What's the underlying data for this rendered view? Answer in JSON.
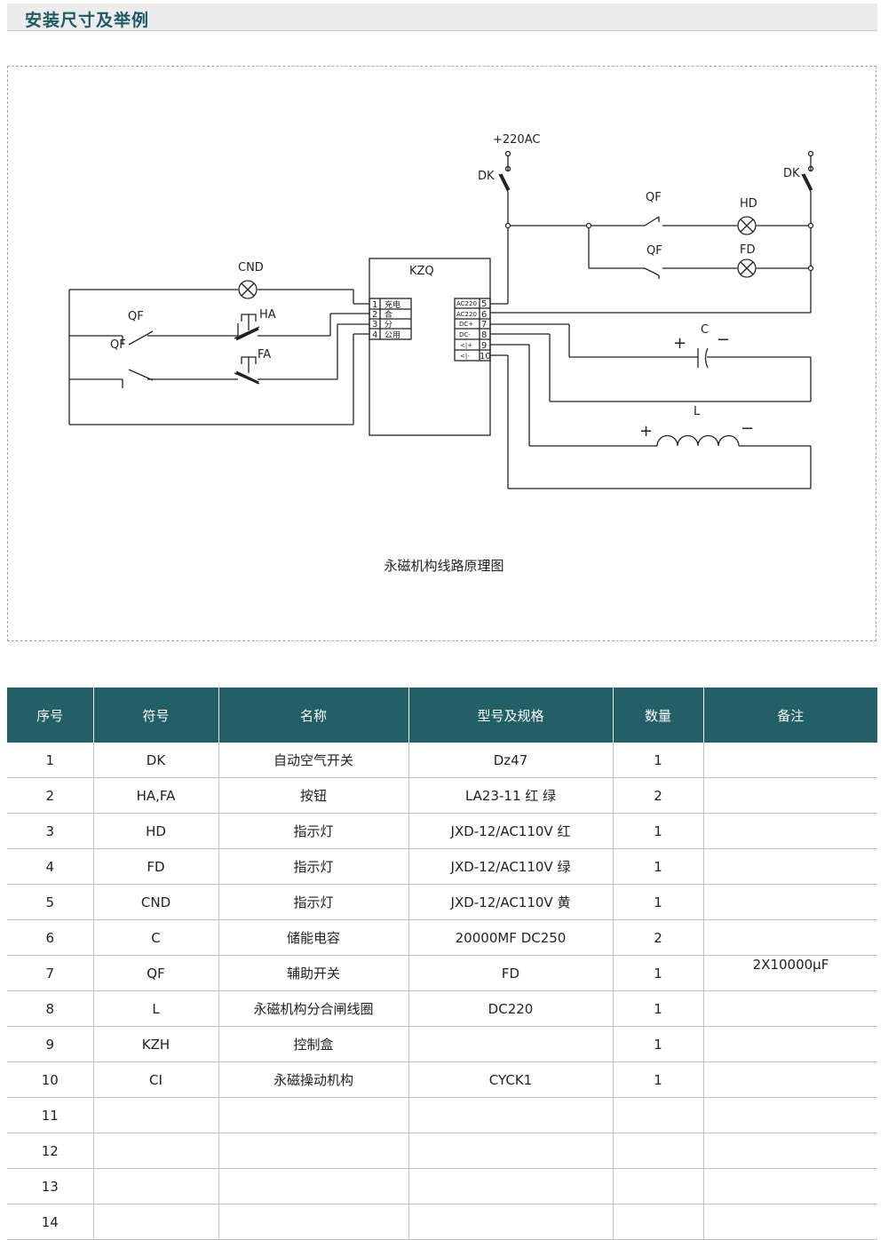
{
  "section": {
    "title": "安装尺寸及举例"
  },
  "diagram": {
    "caption": "永磁机构线路原理图",
    "labels": {
      "supply": "+220AC",
      "dk_left": "DK",
      "dk_right": "DK",
      "qf_top": "QF",
      "qf_bottom": "QF",
      "hd": "HD",
      "fd": "FD",
      "cnd": "CND",
      "kzq": "KZQ",
      "qf_left": "QF",
      "qf_left2": "QF",
      "ha": "HA",
      "fa": "FA",
      "c": "C",
      "l": "L",
      "c_plus": "+",
      "c_minus": "−",
      "l_plus": "+",
      "l_minus": "−"
    },
    "left_terminals": [
      {
        "num": "1",
        "name": "充电"
      },
      {
        "num": "2",
        "name": "合"
      },
      {
        "num": "3",
        "name": "分"
      },
      {
        "num": "4",
        "name": "公用"
      }
    ],
    "right_terminals": [
      {
        "name": "AC220",
        "num": "5"
      },
      {
        "name": "AC220",
        "num": "6"
      },
      {
        "name": "DC+",
        "num": "7"
      },
      {
        "name": "DC-",
        "num": "8"
      },
      {
        "name": "<|+",
        "num": "9"
      },
      {
        "name": "<|-",
        "num": "10"
      }
    ]
  },
  "table": {
    "headers": [
      "序号",
      "符号",
      "名称",
      "型号及规格",
      "数量",
      "备注"
    ],
    "rows": [
      [
        "1",
        "DK",
        "自动空气开关",
        "Dz47",
        "1",
        ""
      ],
      [
        "2",
        "HA,FA",
        "按钮",
        "LA23-11 红 绿",
        "2",
        ""
      ],
      [
        "3",
        "HD",
        "指示灯",
        "JXD-12/AC110V 红",
        "1",
        ""
      ],
      [
        "4",
        "FD",
        "指示灯",
        "JXD-12/AC110V 绿",
        "1",
        ""
      ],
      [
        "5",
        "CND",
        "指示灯",
        "JXD-12/AC110V 黄",
        "1",
        ""
      ],
      [
        "6",
        "C",
        "储能电容",
        "20000MF DC250",
        "2",
        ""
      ],
      [
        "7",
        "QF",
        "辅助开关",
        "FD",
        "1",
        ""
      ],
      [
        "8",
        "L",
        "永磁机构分合闸线圈",
        "DC220",
        "1",
        ""
      ],
      [
        "9",
        "KZH",
        "控制盒",
        "",
        "1",
        ""
      ],
      [
        "10",
        "CI",
        "永磁操动机构",
        "CYCK1",
        "1",
        ""
      ],
      [
        "11",
        "",
        "",
        "",
        "",
        ""
      ],
      [
        "12",
        "",
        "",
        "",
        "",
        ""
      ],
      [
        "13",
        "",
        "",
        "",
        "",
        ""
      ],
      [
        "14",
        "",
        "",
        "",
        "",
        ""
      ]
    ],
    "note": "2X10000μF"
  }
}
